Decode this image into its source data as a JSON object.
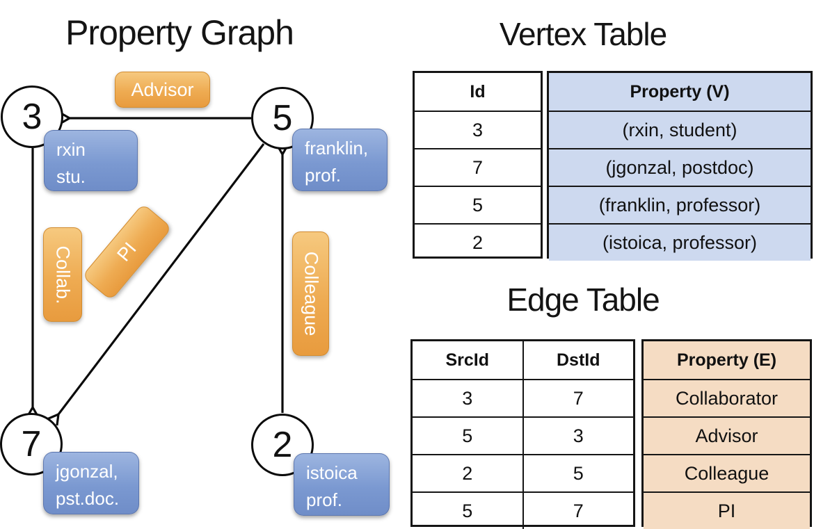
{
  "graph": {
    "title": "Property Graph",
    "nodes": [
      {
        "id": "3",
        "label_lines": [
          "rxin",
          "stu."
        ]
      },
      {
        "id": "5",
        "label_lines": [
          "franklin,",
          "prof."
        ]
      },
      {
        "id": "7",
        "label_lines": [
          "jgonzal,",
          "pst.doc."
        ]
      },
      {
        "id": "2",
        "label_lines": [
          "istoica",
          "prof."
        ]
      }
    ],
    "edges": [
      {
        "label": "Advisor",
        "from": "5",
        "to": "3"
      },
      {
        "label": "Collab.",
        "from": "3",
        "to": "7"
      },
      {
        "label": "PI",
        "from": "5",
        "to": "7"
      },
      {
        "label": "Colleague",
        "from": "2",
        "to": "5"
      }
    ]
  },
  "vertex_table": {
    "title": "Vertex Table",
    "columns": [
      "Id",
      "Property (V)"
    ],
    "rows": [
      [
        "3",
        "(rxin, student)"
      ],
      [
        "7",
        "(jgonzal, postdoc)"
      ],
      [
        "5",
        "(franklin, professor)"
      ],
      [
        "2",
        "(istoica, professor)"
      ]
    ]
  },
  "edge_table": {
    "title": "Edge Table",
    "columns": [
      "SrcId",
      "DstId",
      "Property (E)"
    ],
    "rows": [
      [
        "3",
        "7",
        "Collaborator"
      ],
      [
        "5",
        "3",
        "Advisor"
      ],
      [
        "2",
        "5",
        "Colleague"
      ],
      [
        "5",
        "7",
        "PI"
      ]
    ]
  },
  "colors": {
    "vertex_property_fill": "#cdd9ef",
    "edge_property_fill": "#f5dcc3",
    "node_box_blue": "#7b99d1",
    "edge_pill_orange": "#eeab52"
  }
}
